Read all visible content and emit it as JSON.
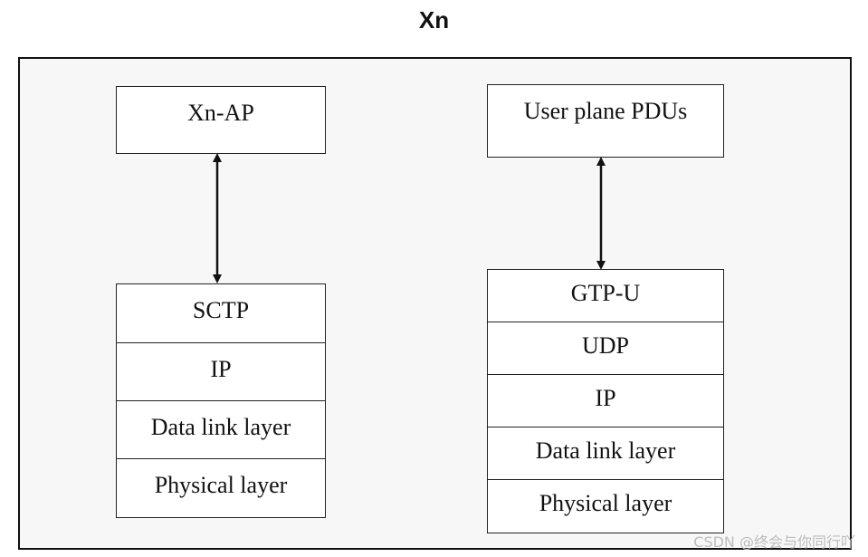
{
  "title": "Xn",
  "control_plane": {
    "top_box": "Xn-AP",
    "layers": [
      "SCTP",
      "IP",
      "Data link layer",
      "Physical layer"
    ]
  },
  "user_plane": {
    "top_box": "User plane PDUs",
    "layers": [
      "GTP-U",
      "UDP",
      "IP",
      "Data link layer",
      "Physical layer"
    ]
  },
  "watermark": "CSDN @终会与你同行吖"
}
